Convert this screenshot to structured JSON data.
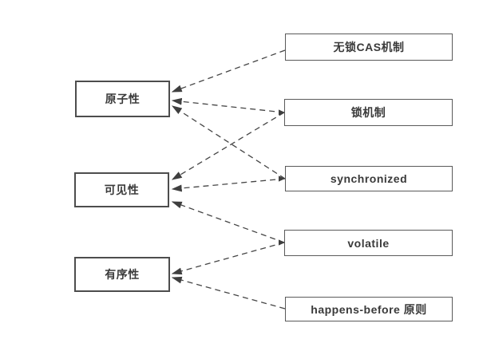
{
  "diagram": {
    "background_color": "#ffffff",
    "line_color": "#454545",
    "box_border_color": "#4d4d4d",
    "box_fill_color": "#ffffff",
    "text_color": "#3a3a3a",
    "left_nodes": [
      {
        "id": "atomicity",
        "label": "原子性"
      },
      {
        "id": "visibility",
        "label": "可见性"
      },
      {
        "id": "ordering",
        "label": "有序性"
      }
    ],
    "right_nodes": [
      {
        "id": "cas",
        "label": "无锁CAS机制"
      },
      {
        "id": "lock",
        "label": "锁机制"
      },
      {
        "id": "sync",
        "label": "synchronized"
      },
      {
        "id": "volatile",
        "label": "volatile"
      },
      {
        "id": "happens",
        "label": "happens-before 原则"
      }
    ],
    "edges": [
      {
        "from": "cas",
        "to": "atomicity",
        "style": "dashed"
      },
      {
        "from": "lock",
        "to": "atomicity",
        "style": "dashed"
      },
      {
        "from": "lock",
        "to": "visibility",
        "style": "dashed"
      },
      {
        "from": "sync",
        "to": "atomicity",
        "style": "dashed"
      },
      {
        "from": "sync",
        "to": "visibility",
        "style": "dashed"
      },
      {
        "from": "volatile",
        "to": "visibility",
        "style": "dashed"
      },
      {
        "from": "volatile",
        "to": "ordering",
        "style": "dashed"
      },
      {
        "from": "happens",
        "to": "ordering",
        "style": "dashed"
      }
    ]
  }
}
